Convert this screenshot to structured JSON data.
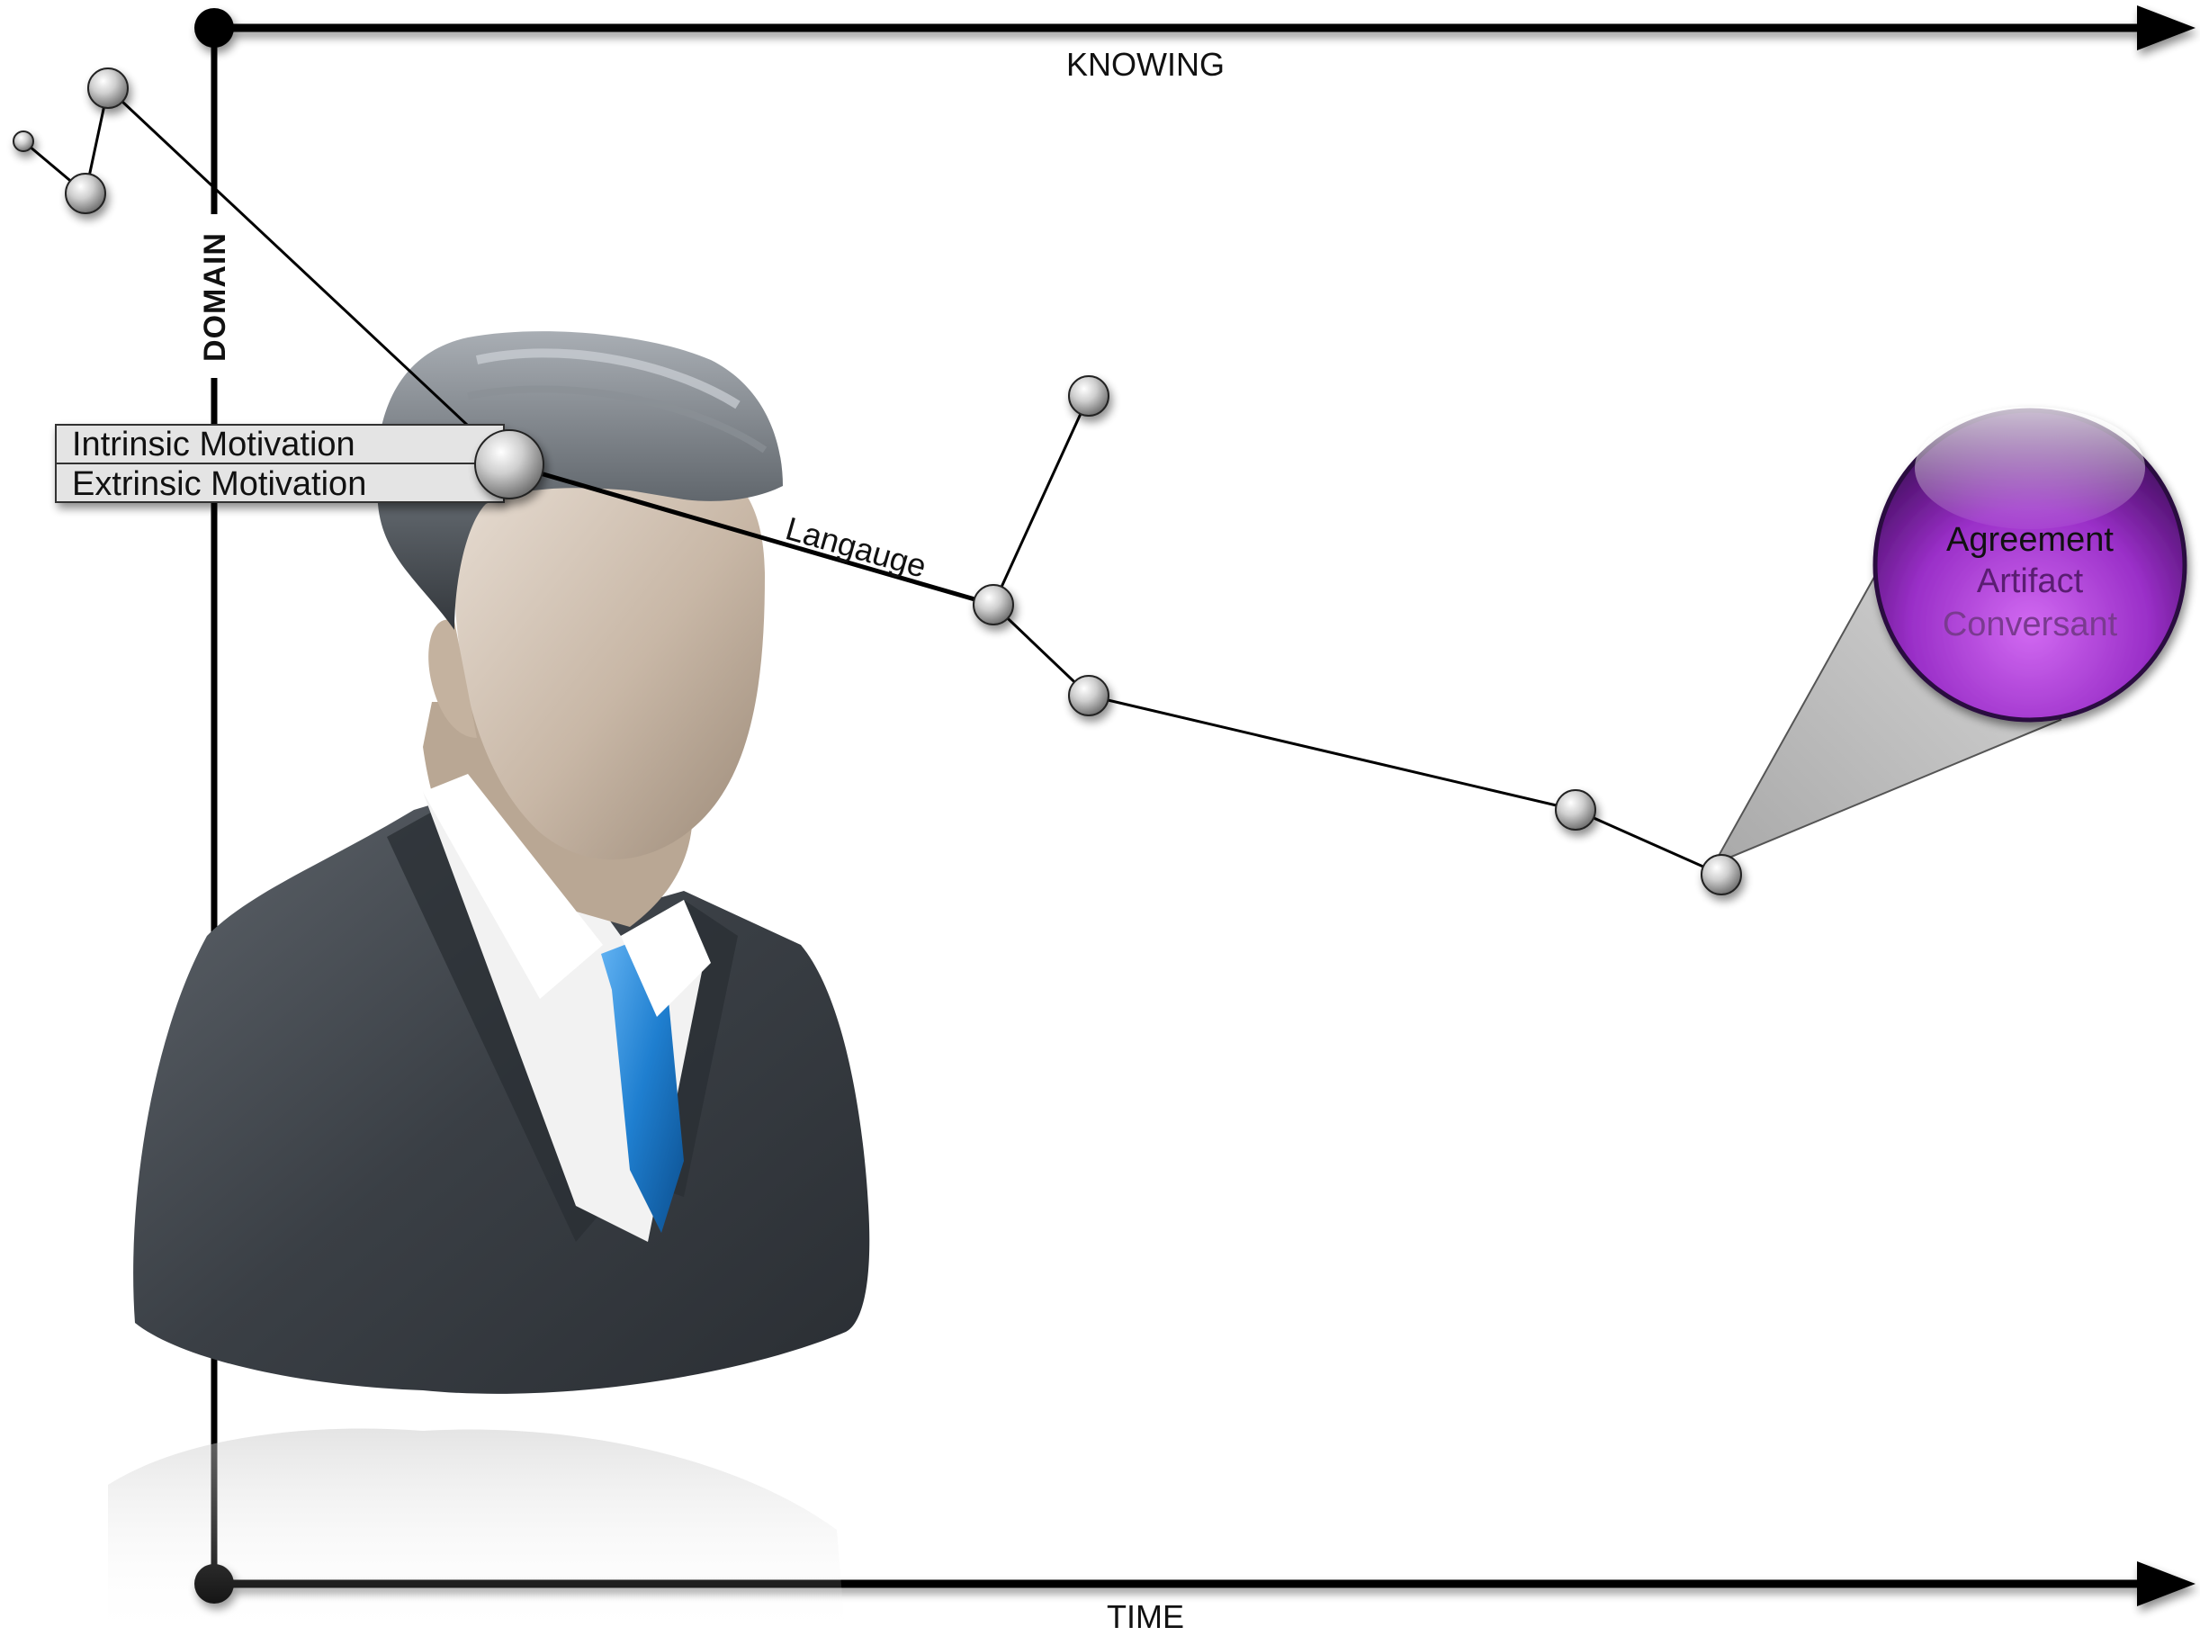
{
  "diagram": {
    "axes": {
      "top_label": "KNOWING",
      "bottom_label": "TIME",
      "vertical_label": "DOMAIN"
    },
    "motivation_tabs": [
      "Intrinsic Motivation",
      "Extrinsic Motivation"
    ],
    "edge_label": "Langauge",
    "bubble": {
      "lines": [
        "Agreement",
        "Artifact",
        "Conversant"
      ],
      "colors": {
        "line1": "#111111",
        "line2": "#5a1d72",
        "line3": "#7a3a90",
        "fill": "#9a2fc8",
        "fill_dark": "#3a0a55"
      }
    },
    "colors": {
      "axis": "#000000",
      "node": "#bdbdbd",
      "suit": "#3a3f45",
      "tie": "#1f7fd0"
    }
  }
}
